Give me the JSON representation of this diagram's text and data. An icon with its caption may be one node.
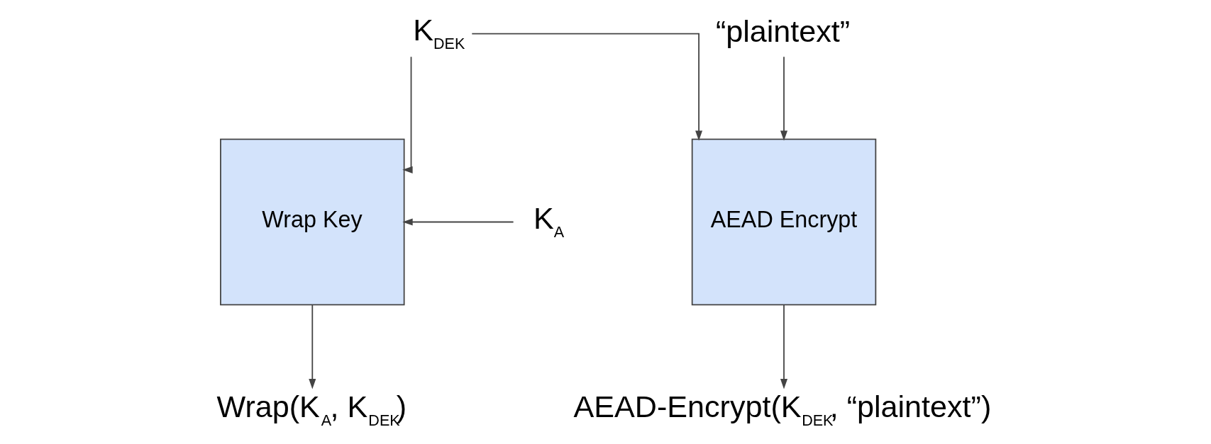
{
  "diagram": {
    "nodes": [
      {
        "text": [
          "K$_{DEK}$"
        ]
      },
      {
        "text": [
          "“plaintext”"
        ]
      },
      {
        "text": [
          "K$_{A}$"
        ]
      },
      {
        "text": [
          "Wrap Key"
        ]
      },
      {
        "text": [
          "AEAD Encrypt"
        ]
      },
      {
        "text": [
          "Wrap(K$_{A}$, K$_{DEK}$)"
        ]
      },
      {
        "text": [
          "AEAD-Encrypt(K$_{DEK}$, “plaintext”)"
        ]
      }
    ],
    "edges": [
      {
        "from": 0,
        "to": 3,
        "arrow": "to"
      },
      {
        "from": 0,
        "to": 4,
        "arrow": "to"
      },
      {
        "from": 1,
        "to": 4,
        "arrow": "to"
      },
      {
        "from": 2,
        "to": 3,
        "arrow": "to"
      },
      {
        "from": 3,
        "to": 5,
        "arrow": "to"
      },
      {
        "from": 4,
        "to": 6,
        "arrow": "to"
      }
    ]
  }
}
